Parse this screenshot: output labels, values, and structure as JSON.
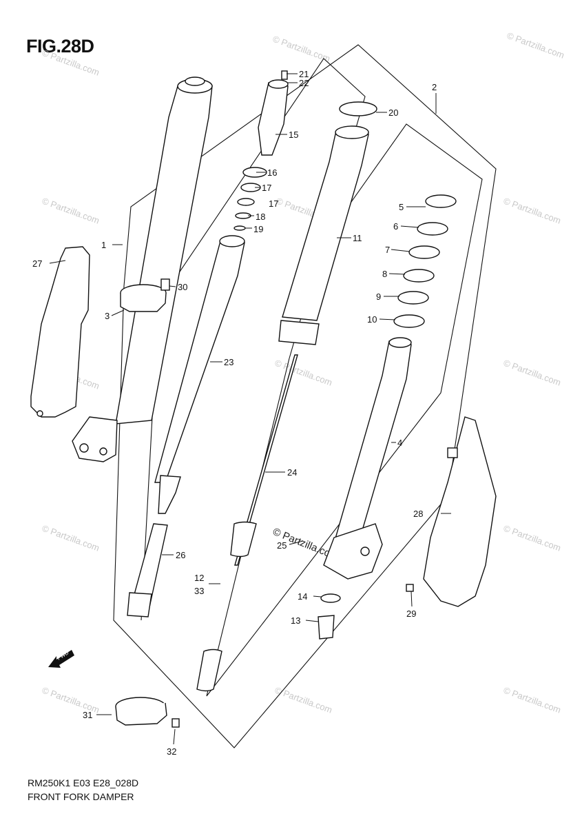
{
  "figure": {
    "title": "FIG.28D",
    "model_code": "RM250K1 E03 E28_028D",
    "name": "FRONT FORK DAMPER",
    "direction_mark": "FWD"
  },
  "watermarks": {
    "small": "© Partzilla.com",
    "large": "© Partzilla.com"
  },
  "callouts": [
    "1",
    "2",
    "3",
    "4",
    "5",
    "6",
    "7",
    "8",
    "9",
    "10",
    "11",
    "12",
    "13",
    "14",
    "15",
    "16",
    "17",
    "17",
    "18",
    "19",
    "20",
    "21",
    "22",
    "23",
    "24",
    "25",
    "26",
    "27",
    "28",
    "29",
    "30",
    "31",
    "32",
    "33"
  ]
}
